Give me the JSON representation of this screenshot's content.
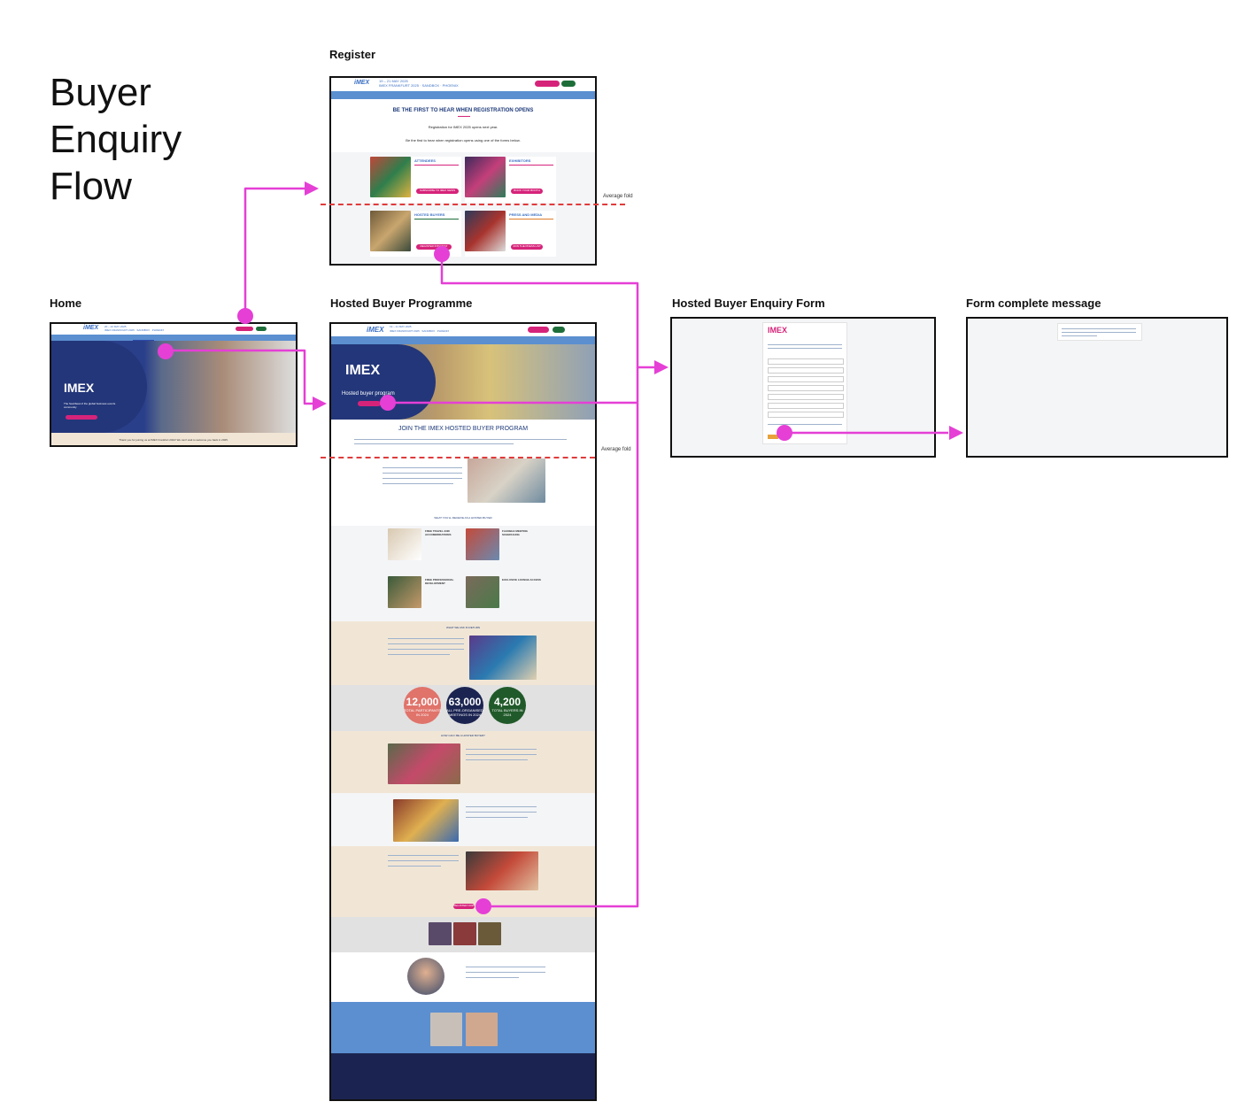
{
  "flow_title": [
    "Buyer",
    "Enquiry",
    "Flow"
  ],
  "frames": {
    "register": {
      "label": "Register",
      "date_line": "19 – 21 MAY 2025",
      "event_line": "IMEX FRANKFURT 2025 · SANDBOX · PHOENIX",
      "heading": "BE THE FIRST TO HEAR WHEN REGISTRATION OPENS",
      "intro_1": "Registration for IMEX 2025 opens next year.",
      "intro_2": "Be the first to hear when registration opens using one of the forms below.",
      "cards": [
        {
          "title": "ATTENDEES",
          "button": "SUBSCRIBE TO IMEX NEWS"
        },
        {
          "title": "EXHIBITORS",
          "button": "BOOK YOUR BOOTH"
        },
        {
          "title": "HOSTED BUYERS",
          "button": "REGISTER INTEREST"
        },
        {
          "title": "PRESS AND MEDIA",
          "button": "JOIN THE PRESS LIST"
        }
      ],
      "fold_label": "Average fold"
    },
    "home": {
      "label": "Home",
      "date_line": "20 – 22 MAY 2025",
      "event_line": "IMEX FRANKFURT 2025 · SANDBOX · PHOENIX",
      "logo": "IMEX",
      "tagline": "The heartbeat of the global business events community",
      "banner": "Thank you for joining us at IMEX Frankfurt 2024! We can't wait to welcome you back in 2025."
    },
    "hosted_buyer": {
      "label": "Hosted Buyer Programme",
      "date_line": "19 – 21 MAY 2025",
      "event_line": "IMEX FRANKFURT 2025 · SANDBOX · PHOENIX",
      "hero_logo": "IMEX",
      "hero_title": "Hosted buyer program",
      "heading": "JOIN THE IMEX HOSTED BUYER PROGRAM",
      "fold_label": "Average fold",
      "receive_heading": "WHAT YOU'LL RECEIVE AS A HOSTED BUYER",
      "benefits": [
        "FREE TRAVEL AND ACCOMMODATIONS",
        "FLEXIBLE MEETING SCHEDULING",
        "FREE PROFESSIONAL DEVELOPMENT",
        "EXCLUSIVE LOUNGE ACCESS"
      ],
      "ask_heading": "WHAT WE ASK IN RETURN",
      "stats": [
        {
          "value": "12,000",
          "label": "TOTAL PARTICIPANTS IN 2024",
          "color": "#e0736a"
        },
        {
          "value": "63,000",
          "label": "ALL PRE-ORGANISED MEETINGS IN 2024",
          "color": "#1b2451"
        },
        {
          "value": "4,200",
          "label": "TOTAL BUYERS IN 2024",
          "color": "#215a2a"
        }
      ],
      "how_heading": "HOW CAN I BE A HOSTED BUYER?",
      "cta": "REGISTER NOW"
    },
    "enquiry_form": {
      "label": "Hosted Buyer Enquiry Form",
      "logo": "IMEX"
    },
    "complete": {
      "label": "Form complete message"
    }
  },
  "colors": {
    "connector": "#e53fd6",
    "fold": "#e03b3b",
    "nav": "#5b8fd0",
    "pink_button": "#d6237a",
    "footer": "#1b2451"
  }
}
